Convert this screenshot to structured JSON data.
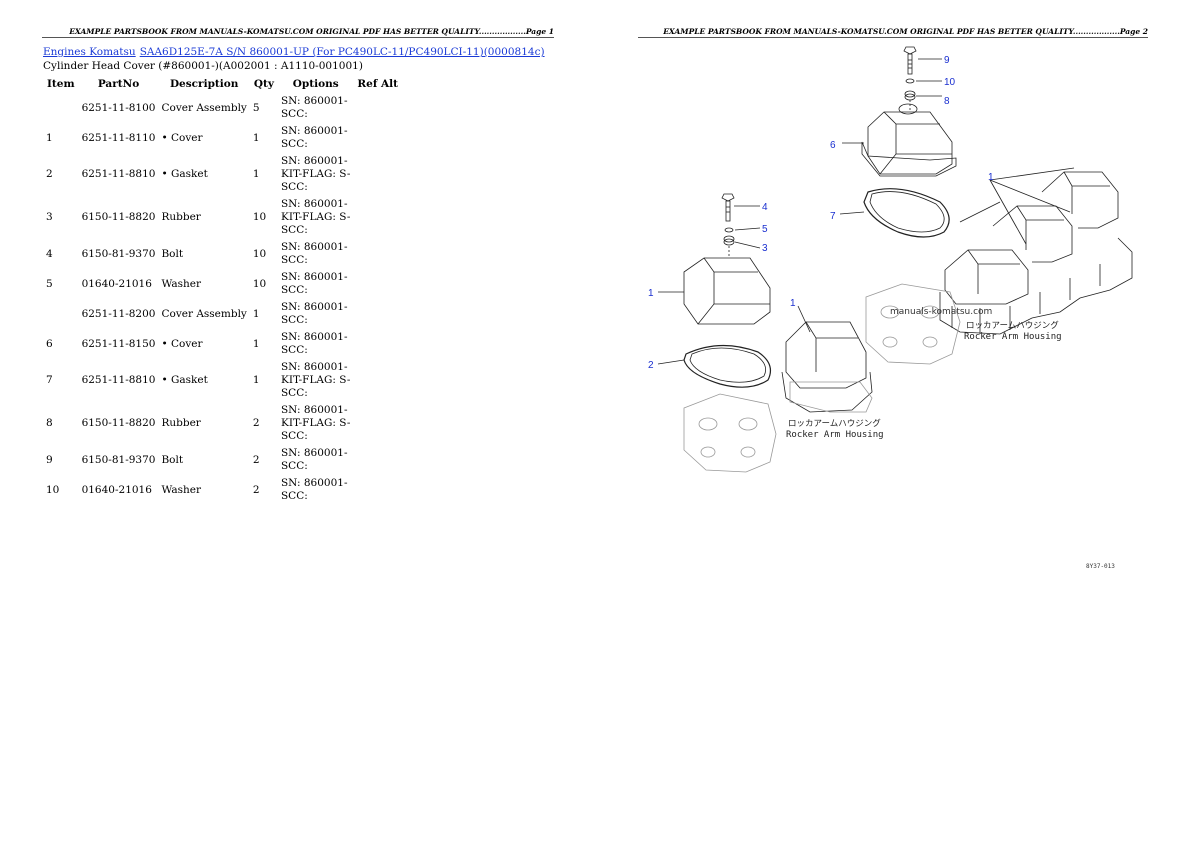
{
  "header": {
    "left_text": "EXAMPLE PARTSBOOK FROM MANUALS-KOMATSU.COM ORIGINAL PDF HAS BETTER QUALITY..................",
    "left_page": "Page 1",
    "right_text": "EXAMPLE PARTSBOOK FROM MANUALS-KOMATSU.COM ORIGINAL PDF HAS BETTER QUALITY..................",
    "right_page": "Page 2"
  },
  "breadcrumb": {
    "link1": "Engines Komatsu",
    "link2": "SAA6D125E-7A S/N 860001-UP (For PC490LC-11/PC490LCI-11)(0000814c)"
  },
  "subtitle": "Cylinder Head Cover (#860001-)(A002001 : A1110-001001)",
  "table": {
    "headers": {
      "item": "Item",
      "partno": "PartNo",
      "description": "Description",
      "qty": "Qty",
      "options": "Options",
      "refalt": "Ref Alt"
    },
    "rows": [
      {
        "item": "",
        "partno": "6251-11-8100",
        "description": "Cover Assembly",
        "qty": "5",
        "options": [
          "SN: 860001-",
          "SCC:"
        ]
      },
      {
        "item": "1",
        "partno": "6251-11-8110",
        "description": "• Cover",
        "qty": "1",
        "options": [
          "SN: 860001-",
          "SCC:"
        ]
      },
      {
        "item": "2",
        "partno": "6251-11-8810",
        "description": "• Gasket",
        "qty": "1",
        "options": [
          "SN: 860001-",
          "KIT-FLAG: S-",
          "SCC:"
        ]
      },
      {
        "item": "3",
        "partno": "6150-11-8820",
        "description": "Rubber",
        "qty": "10",
        "options": [
          "SN: 860001-",
          "KIT-FLAG: S-",
          "SCC:"
        ]
      },
      {
        "item": "4",
        "partno": "6150-81-9370",
        "description": "Bolt",
        "qty": "10",
        "options": [
          "SN: 860001-",
          "SCC:"
        ]
      },
      {
        "item": "5",
        "partno": "01640-21016",
        "description": "Washer",
        "qty": "10",
        "options": [
          "SN: 860001-",
          "SCC:"
        ]
      },
      {
        "item": "",
        "partno": "6251-11-8200",
        "description": "Cover Assembly",
        "qty": "1",
        "options": [
          "SN: 860001-",
          "SCC:"
        ]
      },
      {
        "item": "6",
        "partno": "6251-11-8150",
        "description": "• Cover",
        "qty": "1",
        "options": [
          "SN: 860001-",
          "SCC:"
        ]
      },
      {
        "item": "7",
        "partno": "6251-11-8810",
        "description": "• Gasket",
        "qty": "1",
        "options": [
          "SN: 860001-",
          "KIT-FLAG: S-",
          "SCC:"
        ]
      },
      {
        "item": "8",
        "partno": "6150-11-8820",
        "description": "Rubber",
        "qty": "2",
        "options": [
          "SN: 860001-",
          "KIT-FLAG: S-",
          "SCC:"
        ]
      },
      {
        "item": "9",
        "partno": "6150-81-9370",
        "description": "Bolt",
        "qty": "2",
        "options": [
          "SN: 860001-",
          "SCC:"
        ]
      },
      {
        "item": "10",
        "partno": "01640-21016",
        "description": "Washer",
        "qty": "2",
        "options": [
          "SN: 860001-",
          "SCC:"
        ]
      }
    ]
  },
  "diagram": {
    "callouts": [
      "9",
      "10",
      "8",
      "6",
      "1",
      "7",
      "4",
      "5",
      "3",
      "1",
      "1",
      "2"
    ],
    "label_jp_1": "ロッカアームハウジング",
    "label_en_1": "Rocker Arm Housing",
    "label_jp_2": "ロッカアームハウジング",
    "label_en_2": "Rocker Arm Housing",
    "watermark": "manuals-komatsu.com",
    "drawing_id": "8Y37-013"
  }
}
